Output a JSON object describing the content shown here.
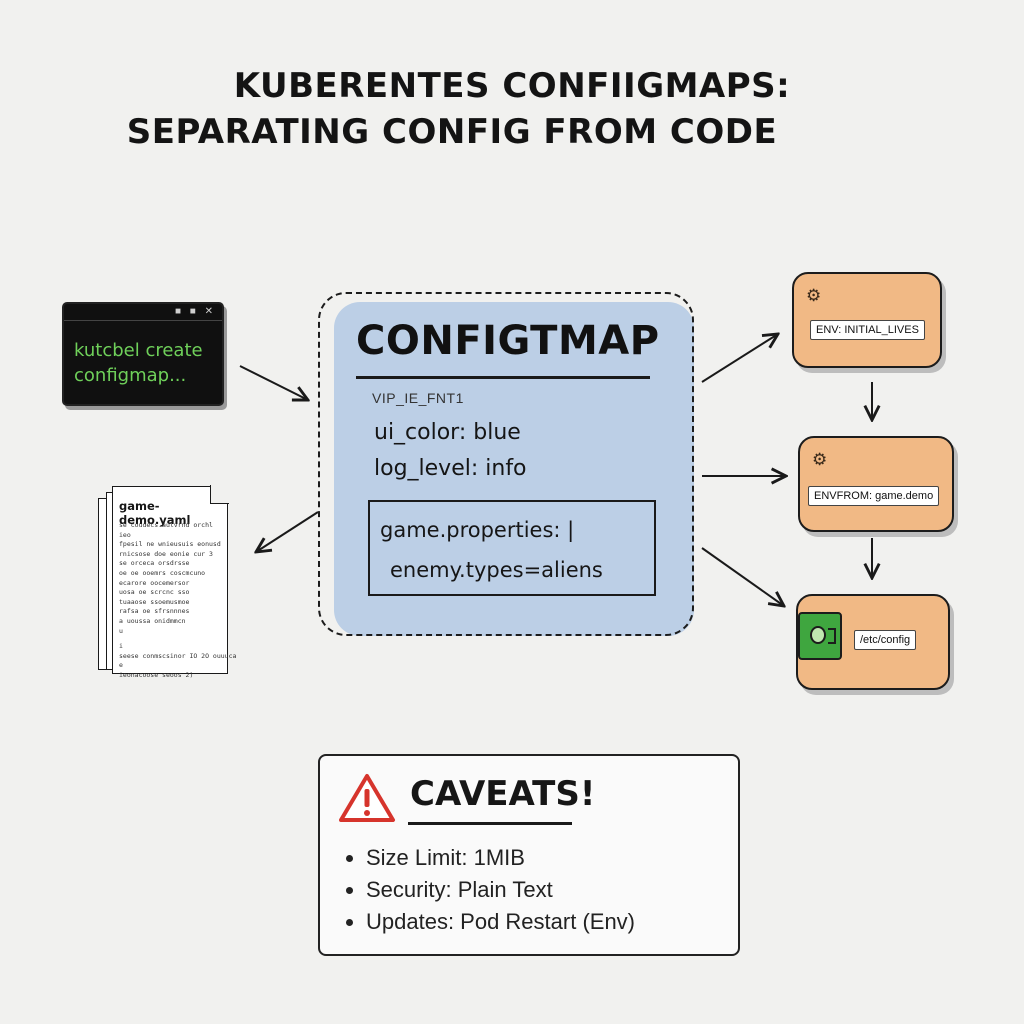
{
  "title": {
    "line1": "KUBERENTES CONFIIGMAPS:",
    "line2": "SEPARATING CONFIG FROM CODE"
  },
  "terminal": {
    "window_icons": "■ ■ ✕",
    "command_line1": "kutcbel create",
    "command_line2": "configmap..."
  },
  "yaml_file": {
    "filename": "game-demo.yaml",
    "lines": [
      "se coudecs.aulvrnd orchl",
      "ieo",
      "fpesil ne wnieusuis eonusd",
      "rnicsose doe eonie cur 3",
      "se orceca orsdrsse",
      "oe oe ooemrs coscmcuno",
      "ecarore oocemersor",
      "uosa oe scrcnc sso",
      "tuaaose ssoemusmoe",
      "rafsa oe sfrsnnnes",
      "a uoussa onidmmcn",
      "u",
      "i",
      "seese conmscsinor IO 2O ouuuca",
      "e",
      "ieonacoose seoos 2)"
    ]
  },
  "configmap": {
    "title": "CONFIGTMAP",
    "subtitle": "VIP_IE_FNT1",
    "entries": [
      "ui_color: blue",
      "log_level: info"
    ],
    "properties_header": "game.properties: |",
    "properties_value": "enemy.types=aliens"
  },
  "consumers": [
    {
      "label": "ENV: INITIAL_LIVES",
      "icon": "gear-icon"
    },
    {
      "label": "ENVFROM: game.demo",
      "icon": "gear-icon"
    },
    {
      "label": "/etc/config",
      "icon": "volume-icon"
    }
  ],
  "caveats": {
    "title": "CAVEATS!",
    "items": [
      "Size Limit: 1MIB",
      "Security: Plain Text",
      "Updates: Pod Restart (Env)"
    ]
  },
  "colors": {
    "configmap_fill": "#bccfe6",
    "card_fill": "#f1b985",
    "terminal_text": "#6fd05a",
    "warning_red": "#d6342c"
  }
}
